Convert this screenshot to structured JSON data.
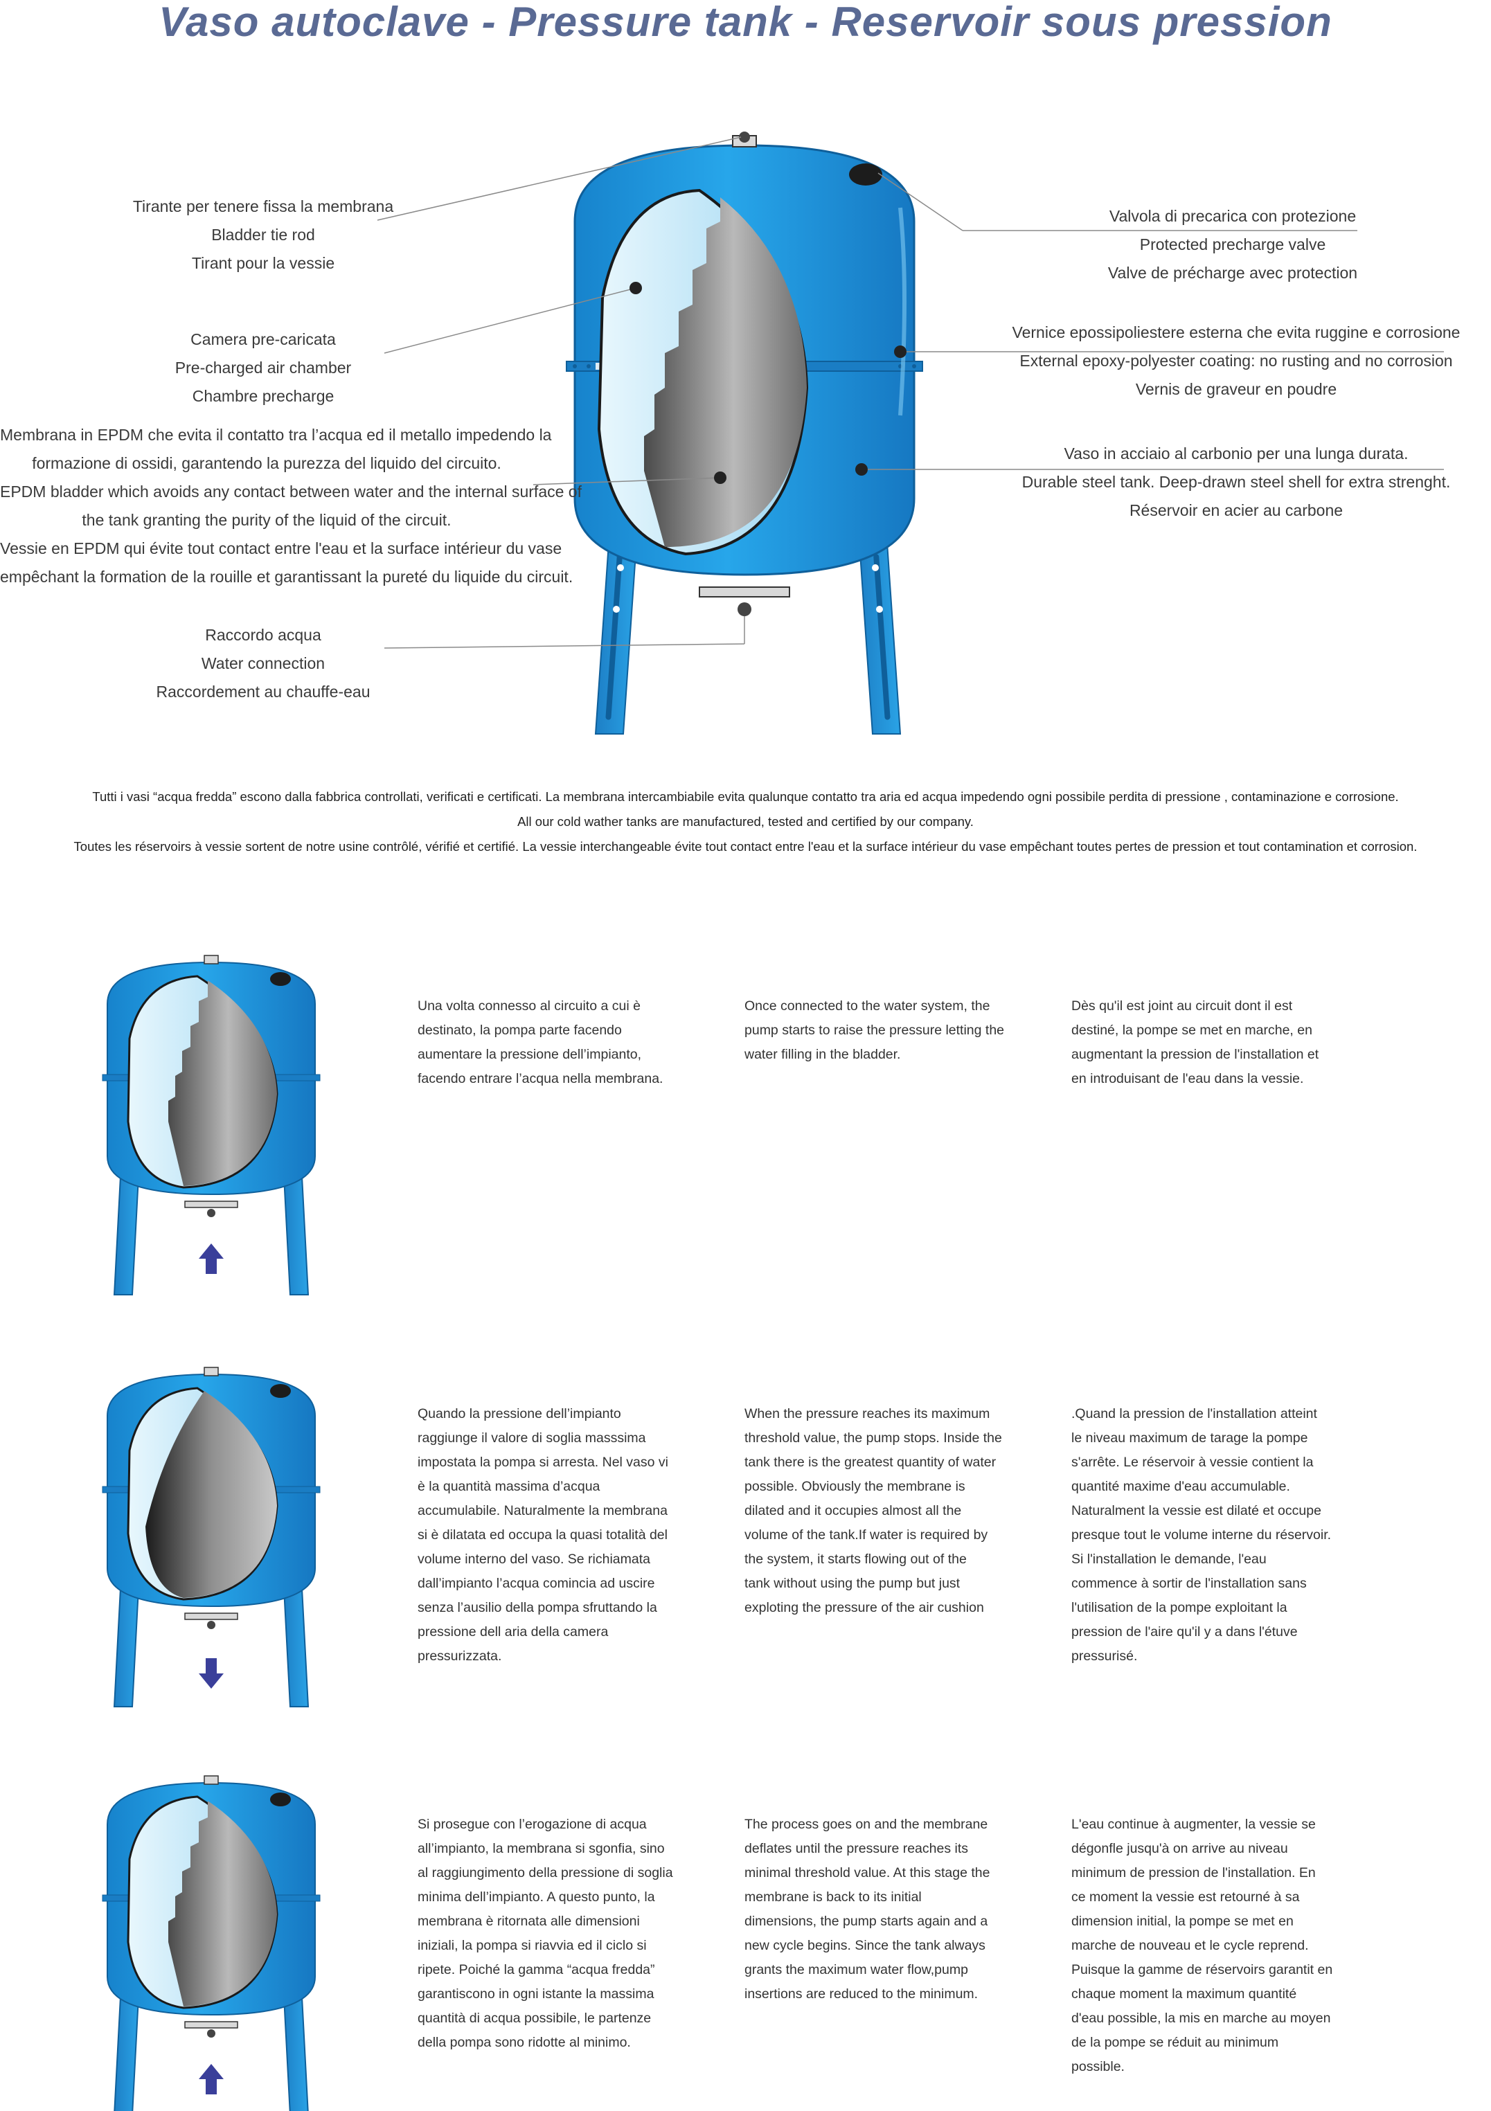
{
  "title": "Vaso autoclave - Pressure tank - Reservoir sous pression",
  "colors": {
    "tank_blue": "#1f9be0",
    "tank_blue_dark": "#0f6fb2",
    "bladder_light": "#bfe6f7",
    "bladder_gray": "#8a8a8a",
    "title": "#5a6a94",
    "arrow": "#3a3f9a"
  },
  "labels": {
    "tie_rod": [
      "Tirante per tenere fissa la membrana",
      "Bladder tie rod",
      "Tirant pour la vessie"
    ],
    "air_chamber": [
      "Camera pre-caricata",
      "Pre-charged air chamber",
      "Chambre precharge"
    ],
    "bladder": [
      "Membrana in EPDM che evita il contatto tra l’acqua ed il metallo impedendo la",
      "formazione di ossidi, garantendo la purezza del liquido del circuito.",
      "EPDM bladder which avoids any contact between water and the internal surface of",
      "the tank granting the purity of the liquid of the circuit.",
      "Vessie en EPDM qui évite tout contact entre l'eau et la surface intérieur du vase",
      "empêchant la formation de la rouille et garantissant la pureté du liquide du circuit."
    ],
    "water_connection": [
      "Raccordo acqua",
      "Water connection",
      "Raccordement au chauffe-eau"
    ],
    "precharge_valve": [
      "Valvola di precarica con protezione",
      "Protected precharge valve",
      "Valve de précharge avec protection"
    ],
    "coating": [
      "Vernice epossipoliestere esterna che evita ruggine e corrosione",
      "External epoxy-polyester coating: no rusting and no corrosion",
      "Vernis de graveur en poudre"
    ],
    "steel_tank": [
      "Vaso in acciaio al carbonio per una lunga durata.",
      "Durable steel tank. Deep-drawn steel shell for extra strenght.",
      "Réservoir en acier au carbone"
    ]
  },
  "note": [
    "Tutti i vasi “acqua fredda” escono dalla fabbrica controllati, verificati e certificati. La membrana intercambiabile evita qualunque contatto tra aria ed acqua impedendo ogni possibile perdita di pressione , contaminazione e corrosione.",
    "All our cold wather tanks are manufactured, tested and certified by our company.",
    "Toutes les réservoirs à vessie sortent de notre usine contrôlé, vérifié et certifié. La vessie interchangeable évite tout contact entre l'eau et la surface intérieur du vase empêchant toutes pertes de pression et tout  contamination et corrosion."
  ],
  "steps": [
    {
      "arrow": "up",
      "it": "Una volta connesso al circuito a cui è\ndestinato, la pompa parte facendo\naumentare la pressione dell’impianto,\nfacendo entrare l’acqua nella membrana.",
      "en": " Once connected to the water system, the\npump starts to raise the pressure letting the\nwater filling in the bladder.",
      "fr": "Dès qu'il est joint au circuit dont il est\ndestiné, la pompe se met en marche, en\naugmentant la pression de l'installation et\nen introduisant  de l'eau dans la vessie."
    },
    {
      "arrow": "down",
      "it": "Quando la pressione dell’impianto\nraggiunge il valore di soglia masssima\nimpostata la pompa si arresta. Nel vaso vi\nè la quantità massima d’acqua\naccumulabile. Naturalmente la membrana\nsi è dilatata ed occupa la quasi totalità del\nvolume interno del vaso. Se richiamata\ndall’impianto l’acqua comincia ad uscire\nsenza l’ausilio della pompa sfruttando la\npressione dell aria della camera pressurizzata.",
      "en": "When the pressure reaches its maximum\nthreshold value, the pump stops. Inside the\ntank there is the greatest quantity of water\npossible. Obviously the membrane is\ndilated and it occupies almost all the\nvolume of the tank.If water is required by\nthe system, it  starts flowing out of the\ntank without using the pump but just\nexploting the pressure of the air cushion",
      "fr": ".Quand la pression de l'installation atteint\nle niveau maximum de tarage la pompe\ns'arrête. Le réservoir à vessie contient la\nquantité maxime d'eau accumulable.\nNaturalment la vessie est dilaté et occupe\npresque tout le volume interne du réservoir.\nSi l'installation le demande, l'eau\ncommence à sortir de l'installation sans\nl'utilisation de la pompe exploitant la\npression de l'aire qu'il y a dans l'étuve pressurisé."
    },
    {
      "arrow": "up",
      "it": "Si prosegue con l’erogazione di acqua\nall’impianto, la membrana si sgonfia, sino\nal raggiungimento della pressione di soglia\nminima dell’impianto. A questo punto, la\nmembrana è ritornata alle dimensioni\niniziali, la pompa si riavvia ed il ciclo si\nripete. Poiché la gamma “acqua fredda”\ngarantiscono in ogni istante la massima\nquantità di acqua possibile, le partenze\ndella pompa sono ridotte al minimo.",
      "en": "The process goes on and the membrane\ndeflates until the pressure reaches its\nminimal threshold value. At this stage the\nmembrane is back to its initial\ndimensions, the pump starts again and a\nnew cycle begins. Since the tank always\ngrants the maximum water flow,pump\ninsertions are reduced to the minimum.",
      "fr": "L'eau continue à augmenter, la vessie se\ndégonfle jusqu'à on arrive au niveau\nminimum de pression de l'installation. En\nce moment la vessie est retourné à sa\ndimension initial, la pompe se met en\nmarche de nouveau et le cycle reprend.\nPuisque la gamme de réservoirs garantit en\nchaque moment la maximum quantité\nd'eau possible, la mis en marche au moyen\nde la pompe se réduit au minimum possible."
    }
  ]
}
